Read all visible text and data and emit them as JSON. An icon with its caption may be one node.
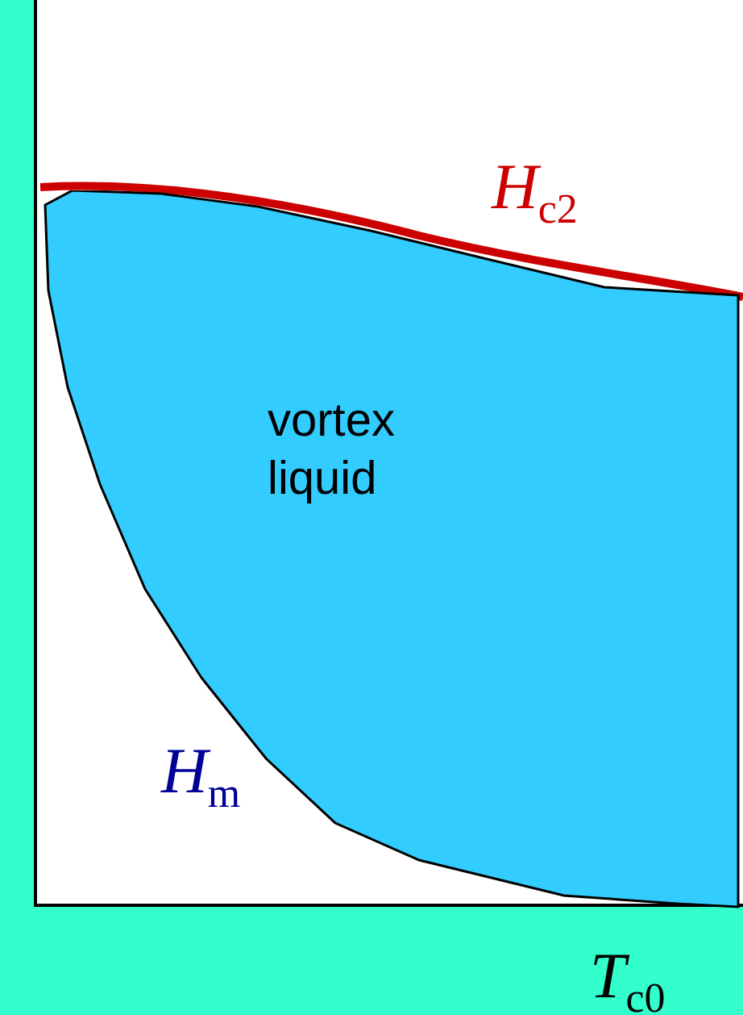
{
  "diagram": {
    "nodes": [
      {
        "text": [
          "vortex liquid"
        ]
      }
    ],
    "labels": [
      "*H*$_{c2}$",
      "*H*$_{m}$",
      "*T*$_{c0}$"
    ]
  }
}
